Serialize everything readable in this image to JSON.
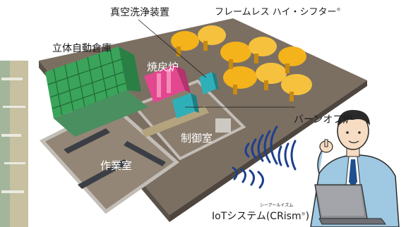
{
  "labels": {
    "vacuum_cleaner": "真空洗浄装置",
    "sifter": "フレームレス ハイ・シフター",
    "sifter_mark": "®",
    "warehouse": "立体自動倉庫",
    "furnace": "焼戻炉",
    "burnoff": "バーンオフ炉",
    "control_room": "制御室",
    "work_room": "作業室",
    "iot_ruby": "シーアールイズム",
    "iot_main": "IoTシステム(CRism",
    "iot_mark": "®",
    "iot_close": ")"
  },
  "colors": {
    "floor": "#7b6f62",
    "floor_edge": "#4e463e",
    "wall": "#b9b5ae",
    "warehouse": "#3aa45a",
    "furnace": "#e2478f",
    "sifter": "#f4b21b",
    "equipment": "#2fb0b8",
    "wave": "#1d3f8f",
    "shirt": "#9fc8e2",
    "tie": "#1f4f8c"
  },
  "icons": {
    "signal": "wifi-waves-icon",
    "person": "engineer-illustration",
    "laptop": "laptop-icon"
  }
}
